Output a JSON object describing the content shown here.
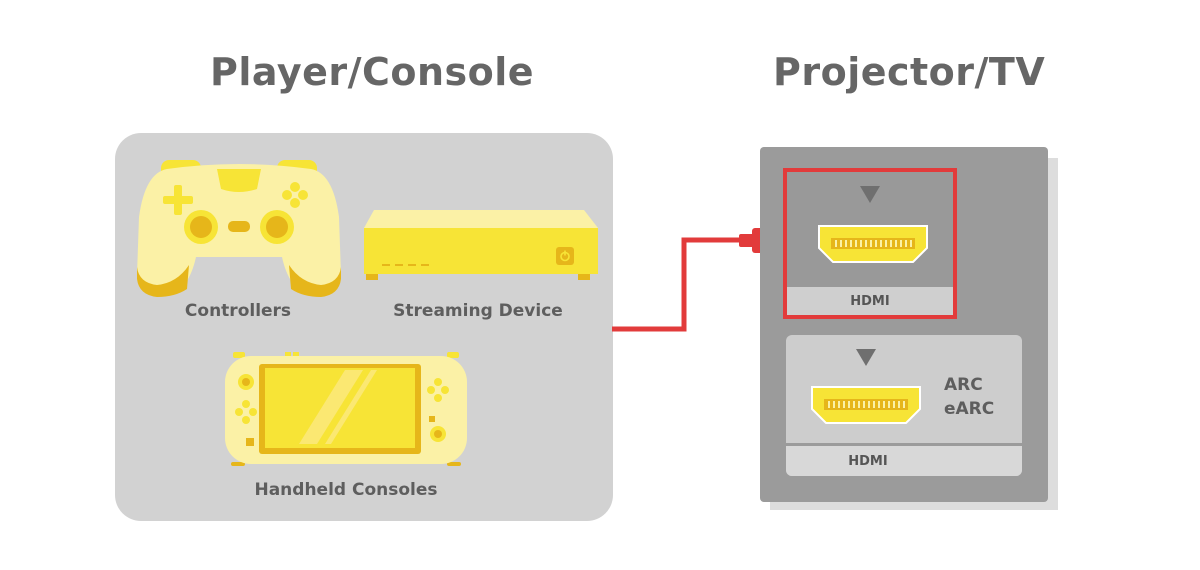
{
  "headings": {
    "left": "Player/Console",
    "right": "Projector/TV"
  },
  "devices": {
    "controllers": "Controllers",
    "streaming_device": "Streaming Device",
    "handheld_consoles": "Handheld Consoles"
  },
  "ports": {
    "hdmi": {
      "label": "HDMI"
    },
    "hdmi_arc": {
      "label": "HDMI",
      "arc": "ARC",
      "earc": "eARC"
    }
  },
  "icons": {
    "controllers": "gamepad-icon",
    "streaming_device": "streaming-box-icon",
    "handheld_consoles": "handheld-console-icon",
    "cable": "hdmi-cable-icon",
    "port_connector": "hdmi-port-icon",
    "port_arrow": "down-arrow-icon"
  },
  "colors": {
    "device_yellow": "#f7e436",
    "device_light": "#fbf1a6",
    "device_dark": "#e6b61a",
    "cable_red": "#e23b3b",
    "panel_gray": "#d2d2d2",
    "tv_gray": "#9b9b9b",
    "heading_gray": "#666666"
  }
}
